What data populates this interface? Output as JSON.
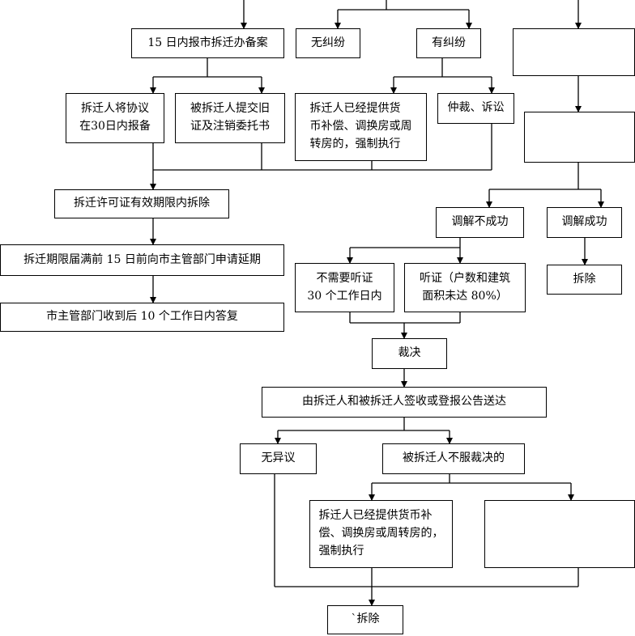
{
  "boxes": {
    "filing_15days": "15 日内报市拆迁办备案",
    "no_dispute": "无纠纷",
    "dispute": "有纠纷",
    "right_top_blank": "",
    "relocator_report": "拆迁人将协议\n在30日内报备",
    "relocatee_submit": "被拆迁人提交旧\n证及注销委托书",
    "forced_exec_1": "拆迁人已经提供货\n币补偿、调换房或周\n转房的，强制执行",
    "arbitration": "仲裁、诉讼",
    "right_mid_blank": "",
    "demolish_in_validity": "拆迁许可证有效期限内拆除",
    "mediation_fail": "调解不成功",
    "mediation_success": "调解成功",
    "extension_request": "拆迁期限届满前 15 日前向市主管部门申请延期",
    "no_hearing": "不需要听证\n30 个工作日内",
    "hearing": "听证（户数和建筑\n面积未达 80%）",
    "demolish_1": "拆除",
    "authority_reply": "市主管部门收到后 10 个工作日内答复",
    "ruling": "裁决",
    "delivery": "由拆迁人和被拆迁人签收或登报公告送达",
    "no_objection": "无异议",
    "objection": "被拆迁人不服裁决的",
    "forced_exec_2": "拆迁人已经提供货币补\n偿、调换房或周转房的，\n强制执行",
    "right_bottom_blank": "",
    "demolish_final": "`拆除"
  }
}
